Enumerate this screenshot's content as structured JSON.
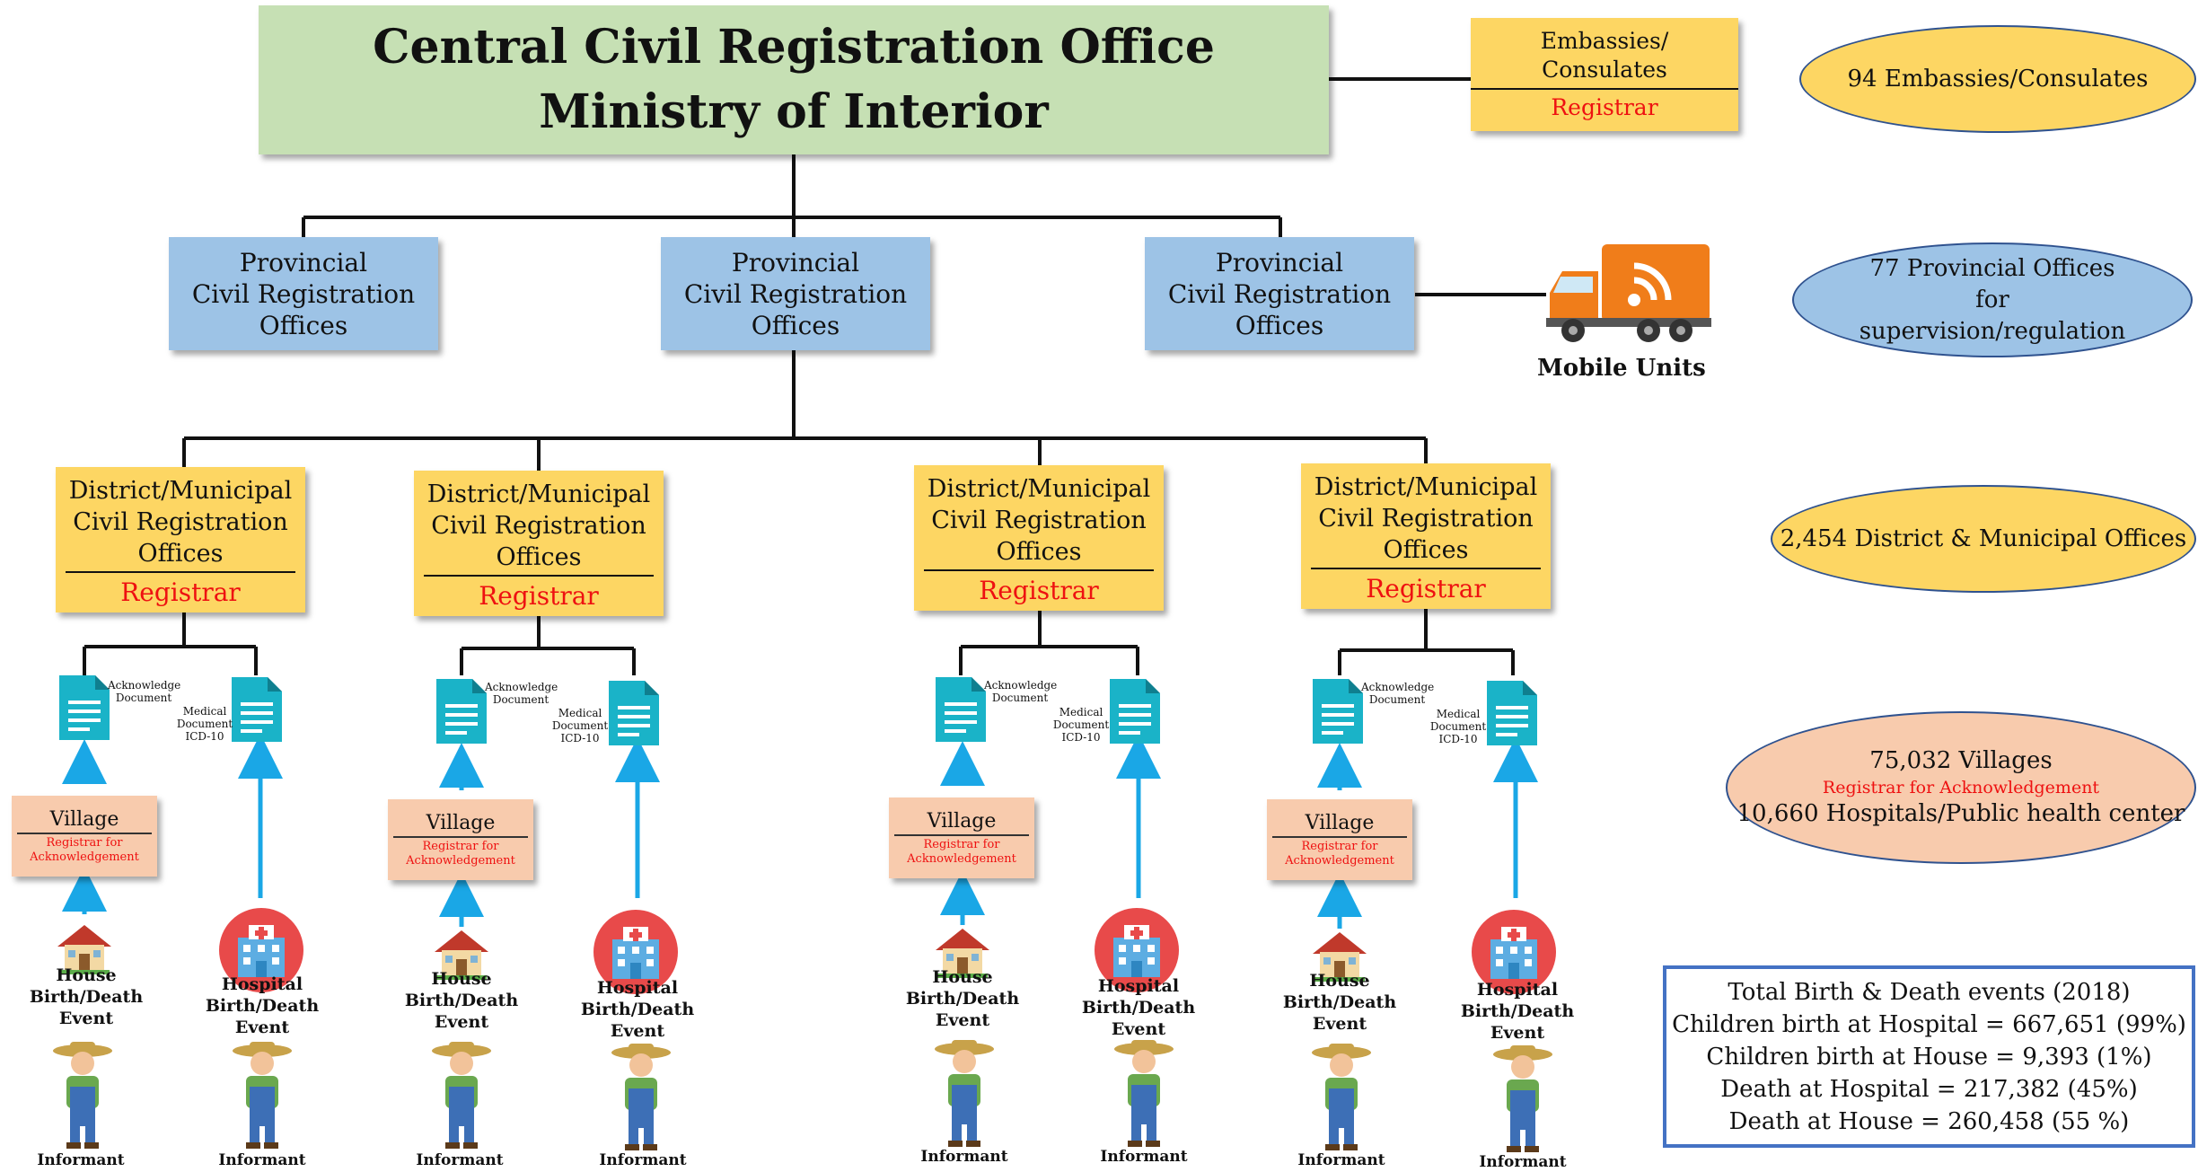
{
  "central": {
    "line1": "Central Civil Registration Office",
    "line2": "Ministry of Interior"
  },
  "embassies": {
    "line1": "Embassies/",
    "line2": "Consulates",
    "registrar": "Registrar"
  },
  "provincial": [
    {
      "line1": "Provincial",
      "line2": "Civil Registration",
      "line3": "Offices"
    },
    {
      "line1": "Provincial",
      "line2": "Civil Registration",
      "line3": "Offices"
    },
    {
      "line1": "Provincial",
      "line2": "Civil Registration",
      "line3": "Offices"
    }
  ],
  "mobile_units": "Mobile Units",
  "district": [
    {
      "line1": "District/Municipal",
      "line2": "Civil Registration",
      "line3": "Offices",
      "registrar": "Registrar"
    },
    {
      "line1": "District/Municipal",
      "line2": "Civil Registration",
      "line3": "Offices",
      "registrar": "Registrar"
    },
    {
      "line1": "District/Municipal",
      "line2": "Civil Registration",
      "line3": "Offices",
      "registrar": "Registrar"
    },
    {
      "line1": "District/Municipal",
      "line2": "Civil Registration",
      "line3": "Offices",
      "registrar": "Registrar"
    }
  ],
  "documents": {
    "ack_line1": "Acknowledge",
    "ack_line2": "Document",
    "med_line1": "Medical",
    "med_line2": "Document",
    "med_line3": "ICD-10"
  },
  "village": {
    "title": "Village",
    "reg1": "Registrar for",
    "reg2": "Acknowledgement"
  },
  "events": {
    "house": "House",
    "hospital": "Hospital",
    "birth_death": "Birth/Death",
    "event": "Event",
    "informant": "Informant"
  },
  "ovals": {
    "embassies": "94 Embassies/Consulates",
    "provincial1": "77 Provincial Offices",
    "provincial2": "for",
    "provincial3": "supervision/regulation",
    "district": "2,454 District & Municipal Offices",
    "villages": "75,032 Villages",
    "villages_reg": "Registrar for Acknowledgement",
    "hospitals": "10,660 Hospitals/Public health center"
  },
  "stats": {
    "title": "Total Birth & Death events (2018)",
    "row1": "Children birth at Hospital =  667,651 (99%)",
    "row2": "Children birth at House = 9,393 (1%)",
    "row3": "Death at Hospital =  217,382 (45%)",
    "row4": "Death at House = 260,458 (55 %)"
  },
  "colors": {
    "central": "#c6e0b4",
    "yellow": "#fdd663",
    "blue": "#9dc3e6",
    "peach": "#f8cbad",
    "arrow": "#1aa7e6",
    "doc": "#1ab3c8",
    "red": "#ee1111",
    "oval_border": "#2f528f"
  }
}
